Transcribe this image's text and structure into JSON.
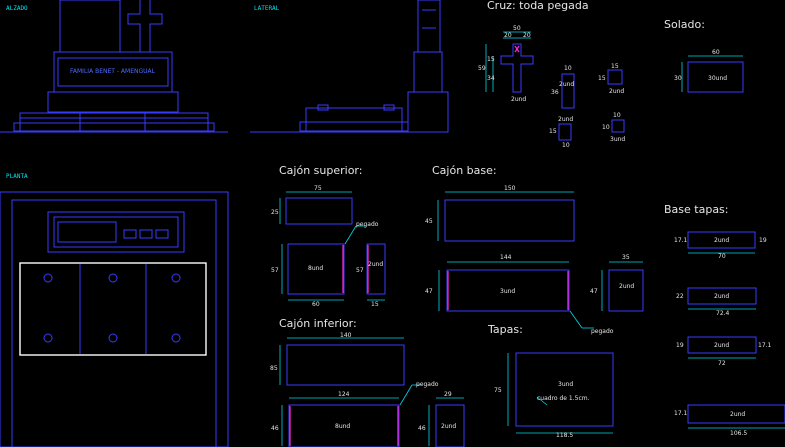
{
  "views": {
    "alzado": "ALZADO",
    "lateral": "LATERAL",
    "planta": "PLANTA",
    "family_inscription": "FAMILIA BENET - AMENGUAL"
  },
  "sections": {
    "cruz": "Cruz:  toda pegada",
    "solado": "Solado:",
    "cajon_superior": "Cajón superior:",
    "cajon_base": "Cajón base:",
    "cajon_inferior": "Cajón inferior:",
    "tapas": "Tapas:",
    "base_tapas": "Base tapas:"
  },
  "labels": {
    "pegado": "pegado",
    "cuadro": "cuadro de 1.5cm."
  },
  "cruz": {
    "d50": "50",
    "d20a": "20",
    "d20b": "20",
    "d15": "15",
    "d59": "59",
    "d34": "34",
    "qty_main": "2und",
    "p1_top": "10",
    "p1_side": "36",
    "p1_qty": "2und",
    "p2_top": "15",
    "p2_side": "15",
    "p2_qty": "2und",
    "p3_side": "15",
    "p3_bottom": "10",
    "p3_qty": "2und",
    "p4_top": "10",
    "p4_side": "10",
    "p4_qty": "3und"
  },
  "solado": {
    "width": "60",
    "height": "30",
    "qty": "30und"
  },
  "cajon_superior": {
    "a_width": "75",
    "a_height": "25",
    "b_width": "60",
    "b_height": "57",
    "b_qty": "8und",
    "c_width": "15",
    "c_height": "57",
    "c_qty": "2und"
  },
  "cajon_base": {
    "a_width": "150",
    "a_height": "45",
    "b_width": "144",
    "b_height": "47",
    "b_qty": "3und",
    "c_width": "35",
    "c_height": "47",
    "c_qty": "2und"
  },
  "cajon_inferior": {
    "a_width": "140",
    "a_height": "85",
    "b_width": "124",
    "b_height": "46",
    "b_qty": "8und",
    "c_width": "29",
    "c_height": "46",
    "c_qty": "2und"
  },
  "tapas": {
    "width": "118.5",
    "height": "75",
    "qty": "3und"
  },
  "base_tapas": {
    "r1_width": "70",
    "r1_left": "17.1",
    "r1_right": "19",
    "r1_qty": "2und",
    "r2_width": "72.4",
    "r2_left": "22",
    "r2_qty": "2und",
    "r3_width": "72",
    "r3_left": "19",
    "r3_right": "17.1",
    "r3_qty": "2und",
    "r4_width": "106.5",
    "r4_left": "17.1",
    "r4_qty": "2und"
  }
}
